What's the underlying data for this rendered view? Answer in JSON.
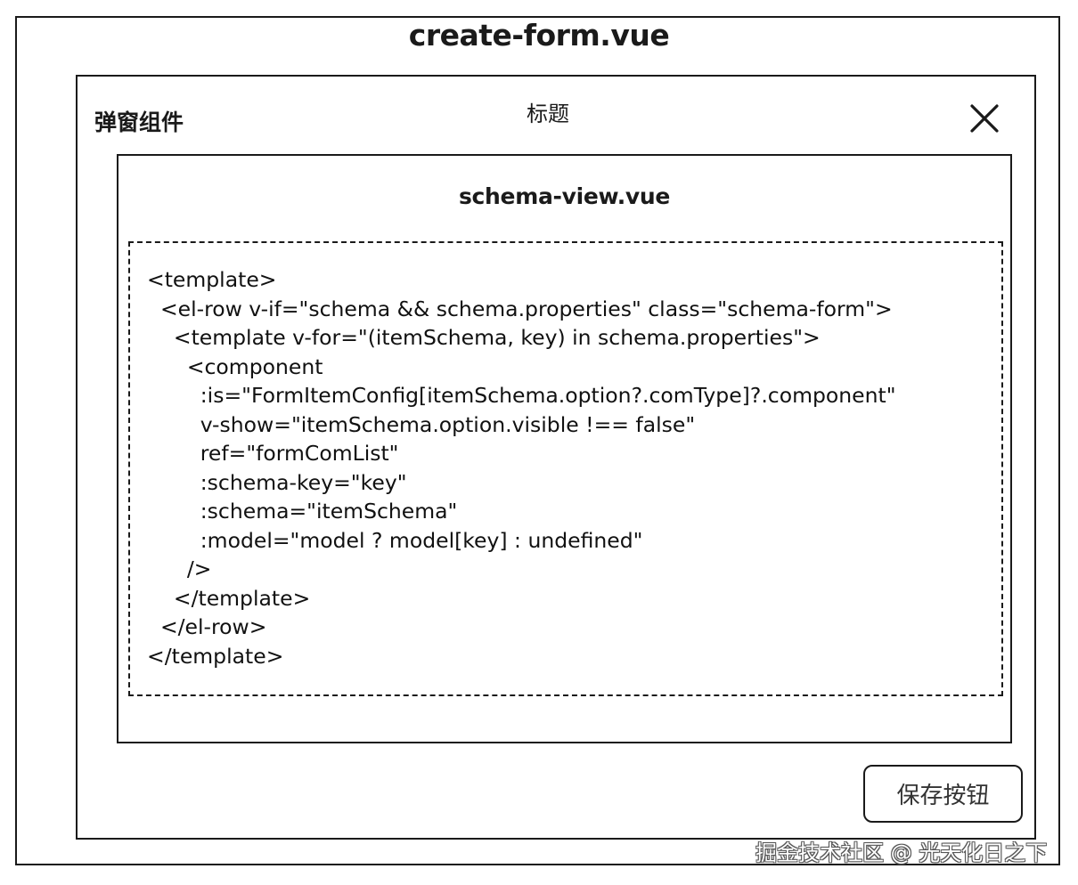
{
  "outer": {
    "title": "create-form.vue"
  },
  "dialog": {
    "label": "弹窗组件",
    "heading": "标题",
    "close_icon": "close-icon",
    "save_label": "保存按钮"
  },
  "inner": {
    "title": "schema-view.vue"
  },
  "code": {
    "lines": [
      "<template>",
      "  <el-row v-if=\"schema && schema.properties\" class=\"schema-form\">",
      "    <template v-for=\"(itemSchema, key) in schema.properties\">",
      "      <component",
      "        :is=\"FormItemConfig[itemSchema.option?.comType]?.component\"",
      "        v-show=\"itemSchema.option.visible !== false\"",
      "        ref=\"formComList\"",
      "        :schema-key=\"key\"",
      "        :schema=\"itemSchema\"",
      "        :model=\"model ? model[key] : undefined\"",
      "      />",
      "    </template>",
      "  </el-row>",
      "</template>"
    ]
  },
  "watermark": {
    "text": "掘金技术社区 @ 光天化日之下"
  },
  "colors": {
    "stroke": "#1a1a1a",
    "background": "#ffffff"
  }
}
